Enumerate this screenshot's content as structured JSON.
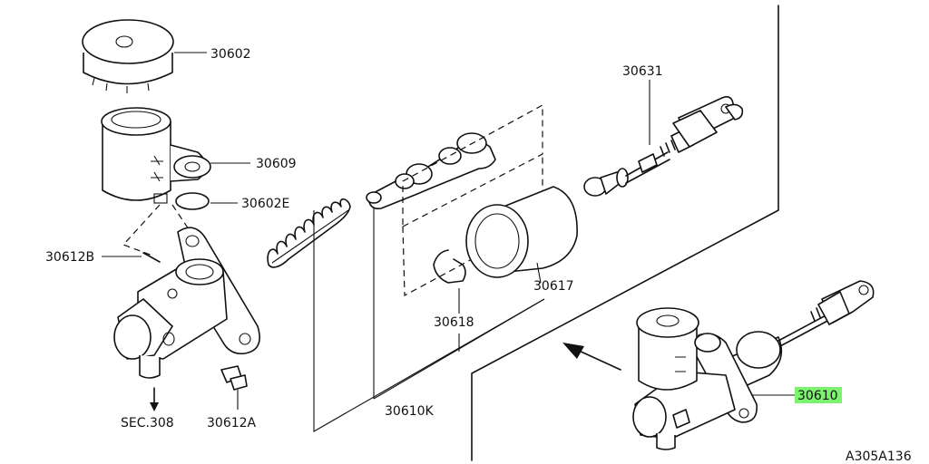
{
  "diagram": {
    "accent_color": "#7CF36F",
    "labels": {
      "p30602": "30602",
      "p30609": "30609",
      "p30602e": "30602E",
      "p30612b": "30612B",
      "p30631": "30631",
      "p30617": "30617",
      "p30618": "30618",
      "p30610k": "30610K",
      "p30610": "30610",
      "sec": "SEC.308",
      "p30612a": "30612A",
      "code": "A305A136"
    },
    "highlighted_part": "30610"
  }
}
